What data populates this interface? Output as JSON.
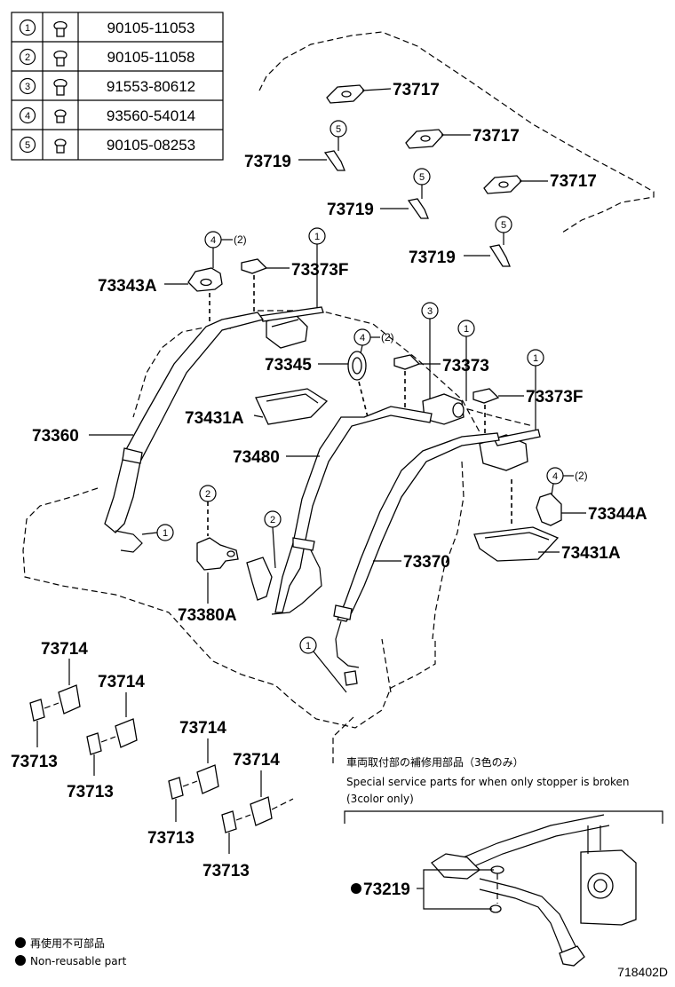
{
  "parts_table": [
    {
      "index": "1",
      "part_no": "90105-11053"
    },
    {
      "index": "2",
      "part_no": "90105-11058"
    },
    {
      "index": "3",
      "part_no": "91553-80612"
    },
    {
      "index": "4",
      "part_no": "93560-54014"
    },
    {
      "index": "5",
      "part_no": "90105-08253"
    }
  ],
  "callouts": {
    "c1": "1",
    "c2": "1",
    "c3": "1",
    "c4": "1",
    "c5": "1",
    "c6": "2",
    "c7": "2",
    "c8": "3",
    "c9": "4",
    "c10": "4",
    "c11": "4",
    "c12": "5",
    "c13": "5",
    "c14": "5",
    "qty1": "(2)",
    "qty2": "(2)",
    "qty3": "(2)"
  },
  "labels": {
    "l73717a": "73717",
    "l73717b": "73717",
    "l73717c": "73717",
    "l73719a": "73719",
    "l73719b": "73719",
    "l73719c": "73719",
    "l73343A": "73343A",
    "l73373F_a": "73373F",
    "l73345": "73345",
    "l73373": "73373",
    "l73373F_b": "73373F",
    "l73431A_a": "73431A",
    "l73360": "73360",
    "l73480": "73480",
    "l73344A": "73344A",
    "l73431A_b": "73431A",
    "l73370": "73370",
    "l73380A": "73380A",
    "l73714a": "73714",
    "l73714b": "73714",
    "l73714c": "73714",
    "l73714d": "73714",
    "l73713a": "73713",
    "l73713b": "73713",
    "l73713c": "73713",
    "l73713d": "73713",
    "l73219": "73219"
  },
  "service_note": {
    "jp": "車両取付部の補修用部品（3色のみ）",
    "en1": "Special service parts for when only stopper is broken",
    "en2": "(3color only)"
  },
  "legend": {
    "jp": "再使用不可部品",
    "en": "Non-reusable part"
  },
  "figure_ref": "718402D"
}
